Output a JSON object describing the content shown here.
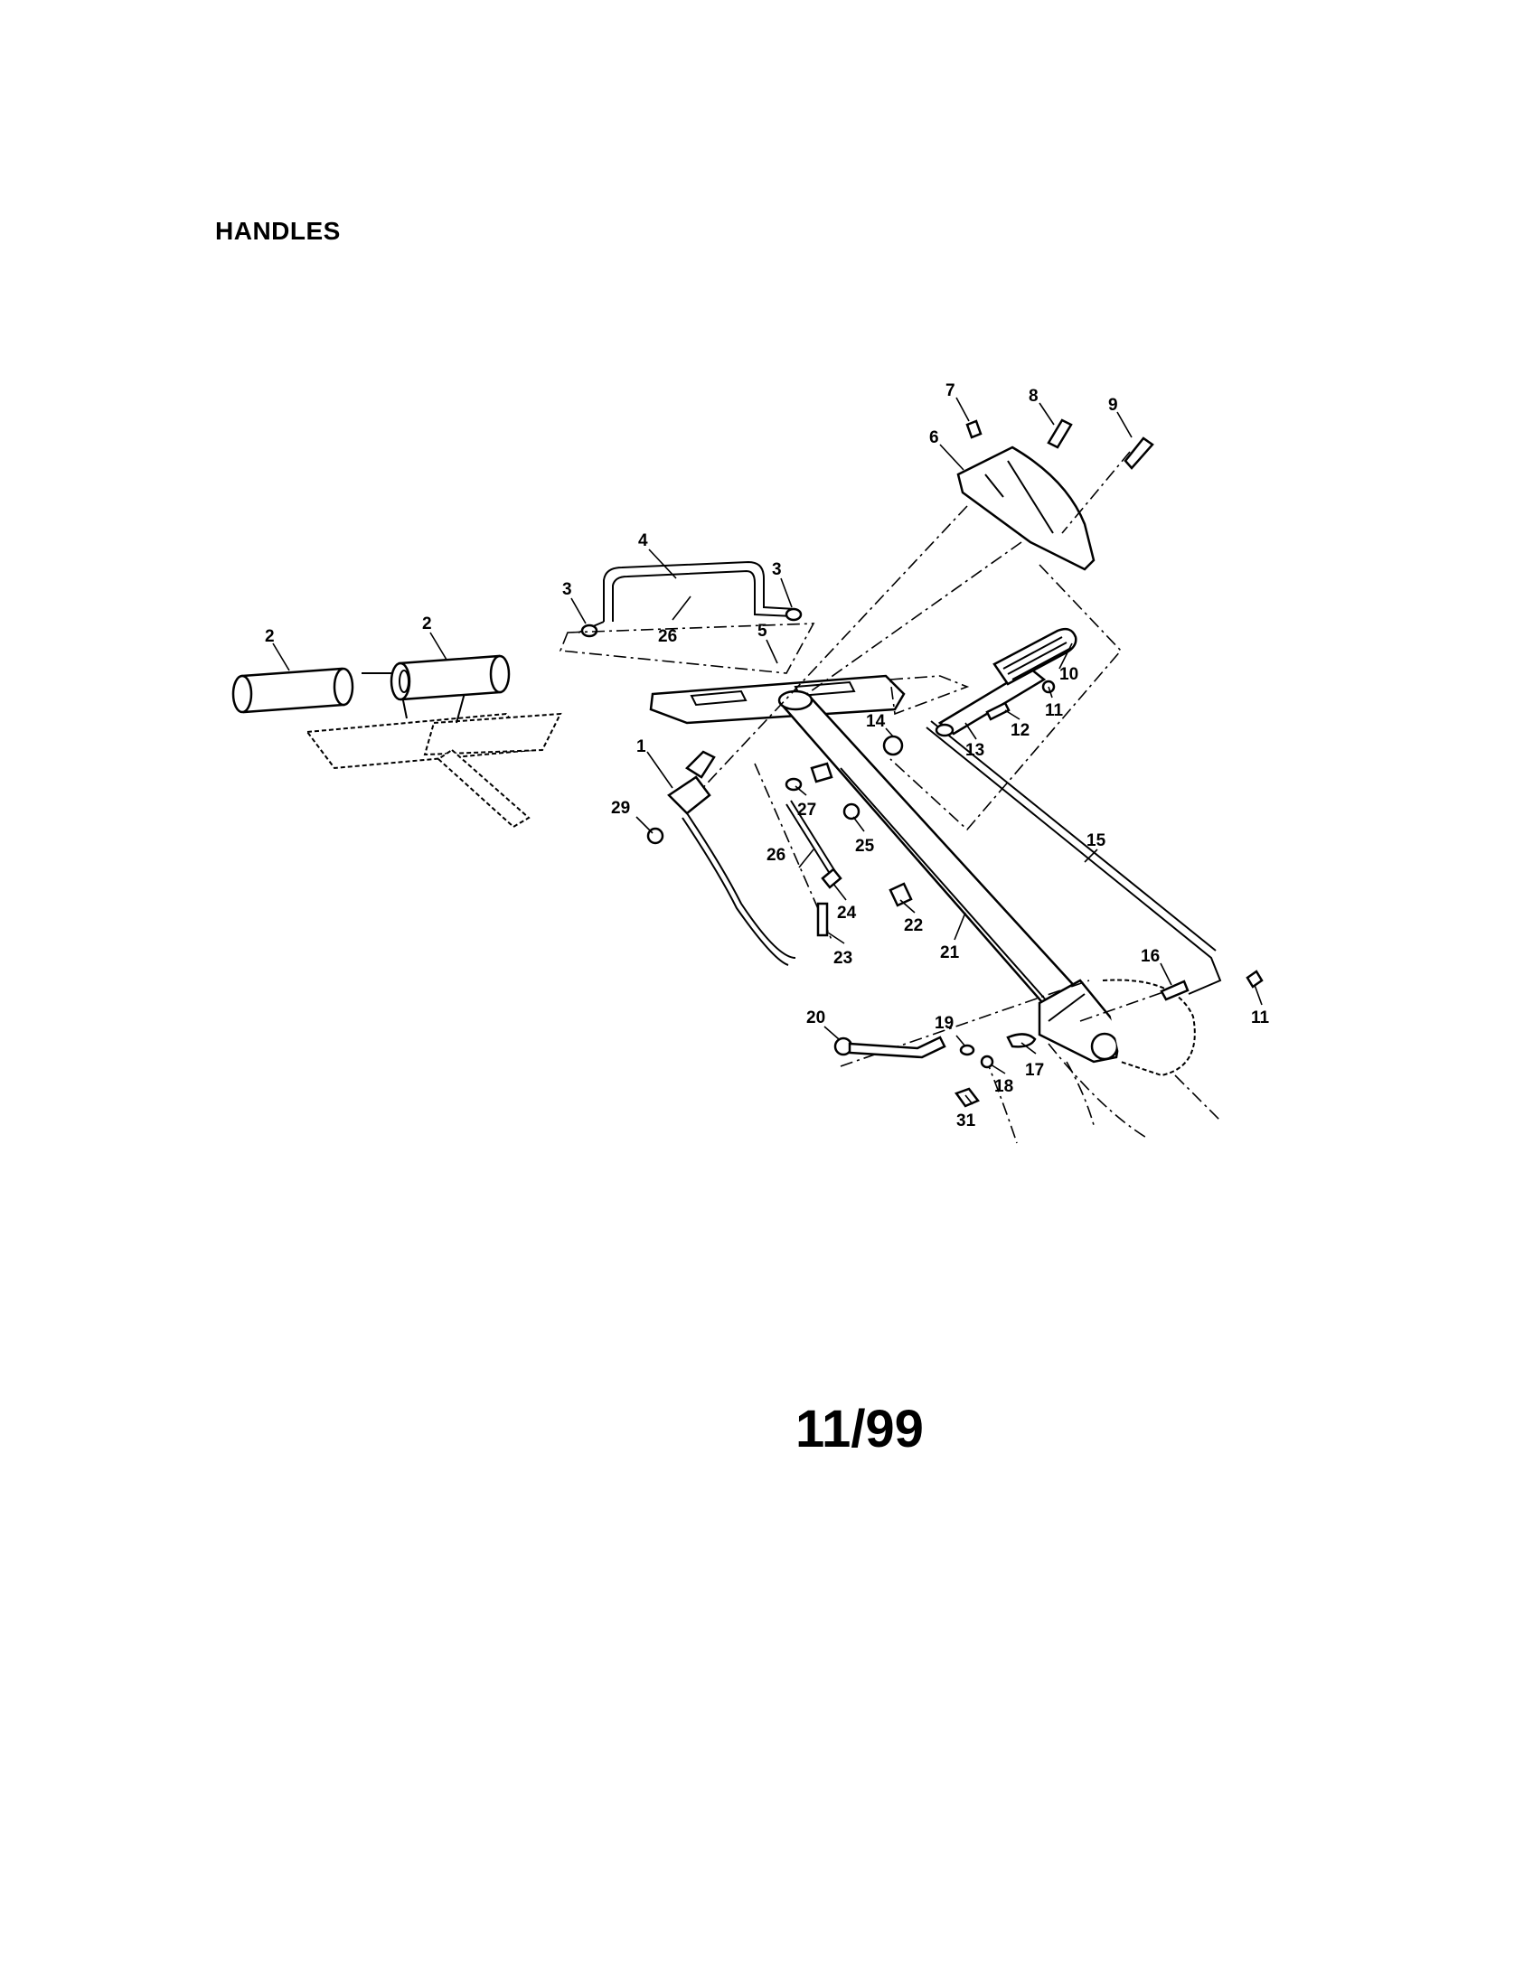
{
  "page": {
    "section_title": "HANDLES",
    "page_code": "11/99"
  },
  "callouts": [
    {
      "part": "1"
    },
    {
      "part": "2"
    },
    {
      "part": "2"
    },
    {
      "part": "3"
    },
    {
      "part": "3"
    },
    {
      "part": "4"
    },
    {
      "part": "5"
    },
    {
      "part": "6"
    },
    {
      "part": "7"
    },
    {
      "part": "8"
    },
    {
      "part": "9"
    },
    {
      "part": "10"
    },
    {
      "part": "11"
    },
    {
      "part": "11"
    },
    {
      "part": "12"
    },
    {
      "part": "13"
    },
    {
      "part": "14"
    },
    {
      "part": "15"
    },
    {
      "part": "16"
    },
    {
      "part": "17"
    },
    {
      "part": "18"
    },
    {
      "part": "19"
    },
    {
      "part": "20"
    },
    {
      "part": "21"
    },
    {
      "part": "22"
    },
    {
      "part": "23"
    },
    {
      "part": "24"
    },
    {
      "part": "25"
    },
    {
      "part": "26"
    },
    {
      "part": "26"
    },
    {
      "part": "27"
    },
    {
      "part": "29"
    },
    {
      "part": "31"
    }
  ]
}
